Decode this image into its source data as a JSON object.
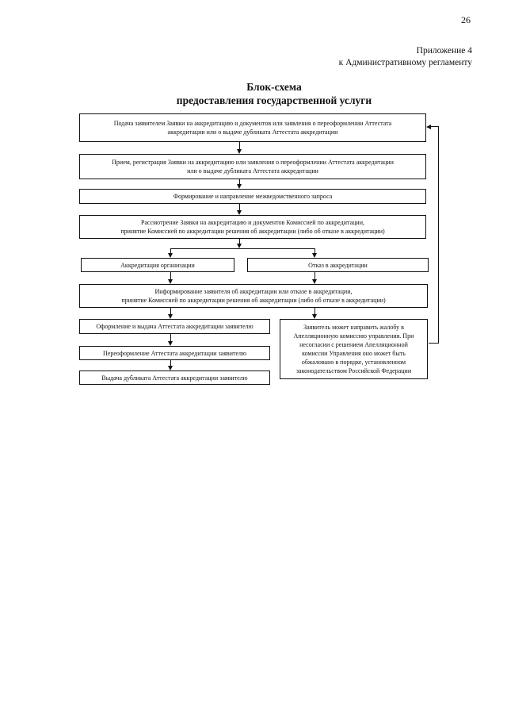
{
  "page": {
    "number": "26",
    "appendix_line1": "Приложение 4",
    "appendix_line2": "к Административному регламенту"
  },
  "title": {
    "line1": "Блок-схема",
    "line2": "предоставления государственной услуги"
  },
  "flowchart": {
    "submit": {
      "lines": [
        "Подача заявителем Заявки на аккредитацию и документов или заявления о переоформлении Аттестата",
        "аккредитации или о выдаче дубликата Аттестата аккредитации"
      ]
    },
    "receive": {
      "lines": [
        "Прием, регистрация Заявки на аккредитацию или заявления о переоформлении Аттестата аккредитации",
        "или о выдаче дубликата Аттестата аккредитации"
      ]
    },
    "interagency": {
      "lines": [
        "Формирование и направление межведомственного запроса"
      ]
    },
    "review": {
      "lines": [
        "Рассмотрение Заявки на аккредитацию и документов Комиссией по аккредитации,",
        "принятие Комиссией по аккредитации решения об аккредитации (либо об отказе в аккредитации)"
      ]
    },
    "accredit": {
      "lines": [
        "Аккредитация организации"
      ]
    },
    "refuse": {
      "lines": [
        "Отказ в аккредитации"
      ]
    },
    "inform": {
      "lines": [
        "Информирование заявителя об аккредитации или отказе в аккредитации,",
        "принятие Комиссией по аккредитации решения об аккредитации (либо об отказе в аккредитации)"
      ]
    },
    "issue": {
      "lines": [
        "Оформление и выдача Аттестата аккредитации заявителю"
      ]
    },
    "reissue": {
      "lines": [
        "Переоформление Аттестата аккредитации заявителю"
      ]
    },
    "duplicate": {
      "lines": [
        "Выдача дубликата Аттестата аккредитации заявителю"
      ]
    },
    "appeal": {
      "lines": [
        "Заявитель может направить жалобу в",
        "Апелляционную комиссию управления. При",
        "несогласии с решением Апелляционной",
        "комиссии Управления оно может быть",
        "обжаловано в порядке, установленном",
        "законодательством Российской Федерации"
      ]
    }
  }
}
